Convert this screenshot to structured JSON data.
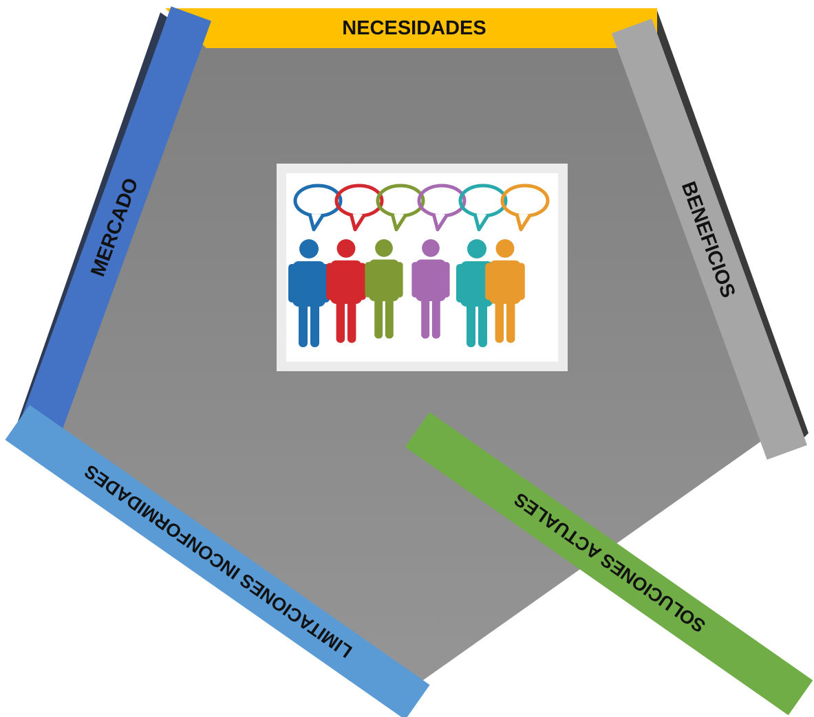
{
  "diagram": {
    "center_image": {
      "icon": "people-with-speech-bubbles",
      "people_colors": [
        "#1f6fb0",
        "#d2282e",
        "#7f9a34",
        "#a56ab0",
        "#2aa9ad",
        "#e99a2c"
      ]
    },
    "sides": {
      "top": {
        "label": "NECESIDADES",
        "color": "#ffc000"
      },
      "right": {
        "label": "BENEFICIOS",
        "color": "#a6a6a6"
      },
      "bottom_right": {
        "label": "SOLUCIONES ACTUALES",
        "color": "#70ad47"
      },
      "bottom_left": {
        "label": "LIMITACIONES INCONFORMIDADES",
        "color": "#5b9bd5"
      },
      "left": {
        "label": "MERCADO",
        "color": "#4472c4"
      }
    },
    "fill_color": "#8a8a8a"
  }
}
